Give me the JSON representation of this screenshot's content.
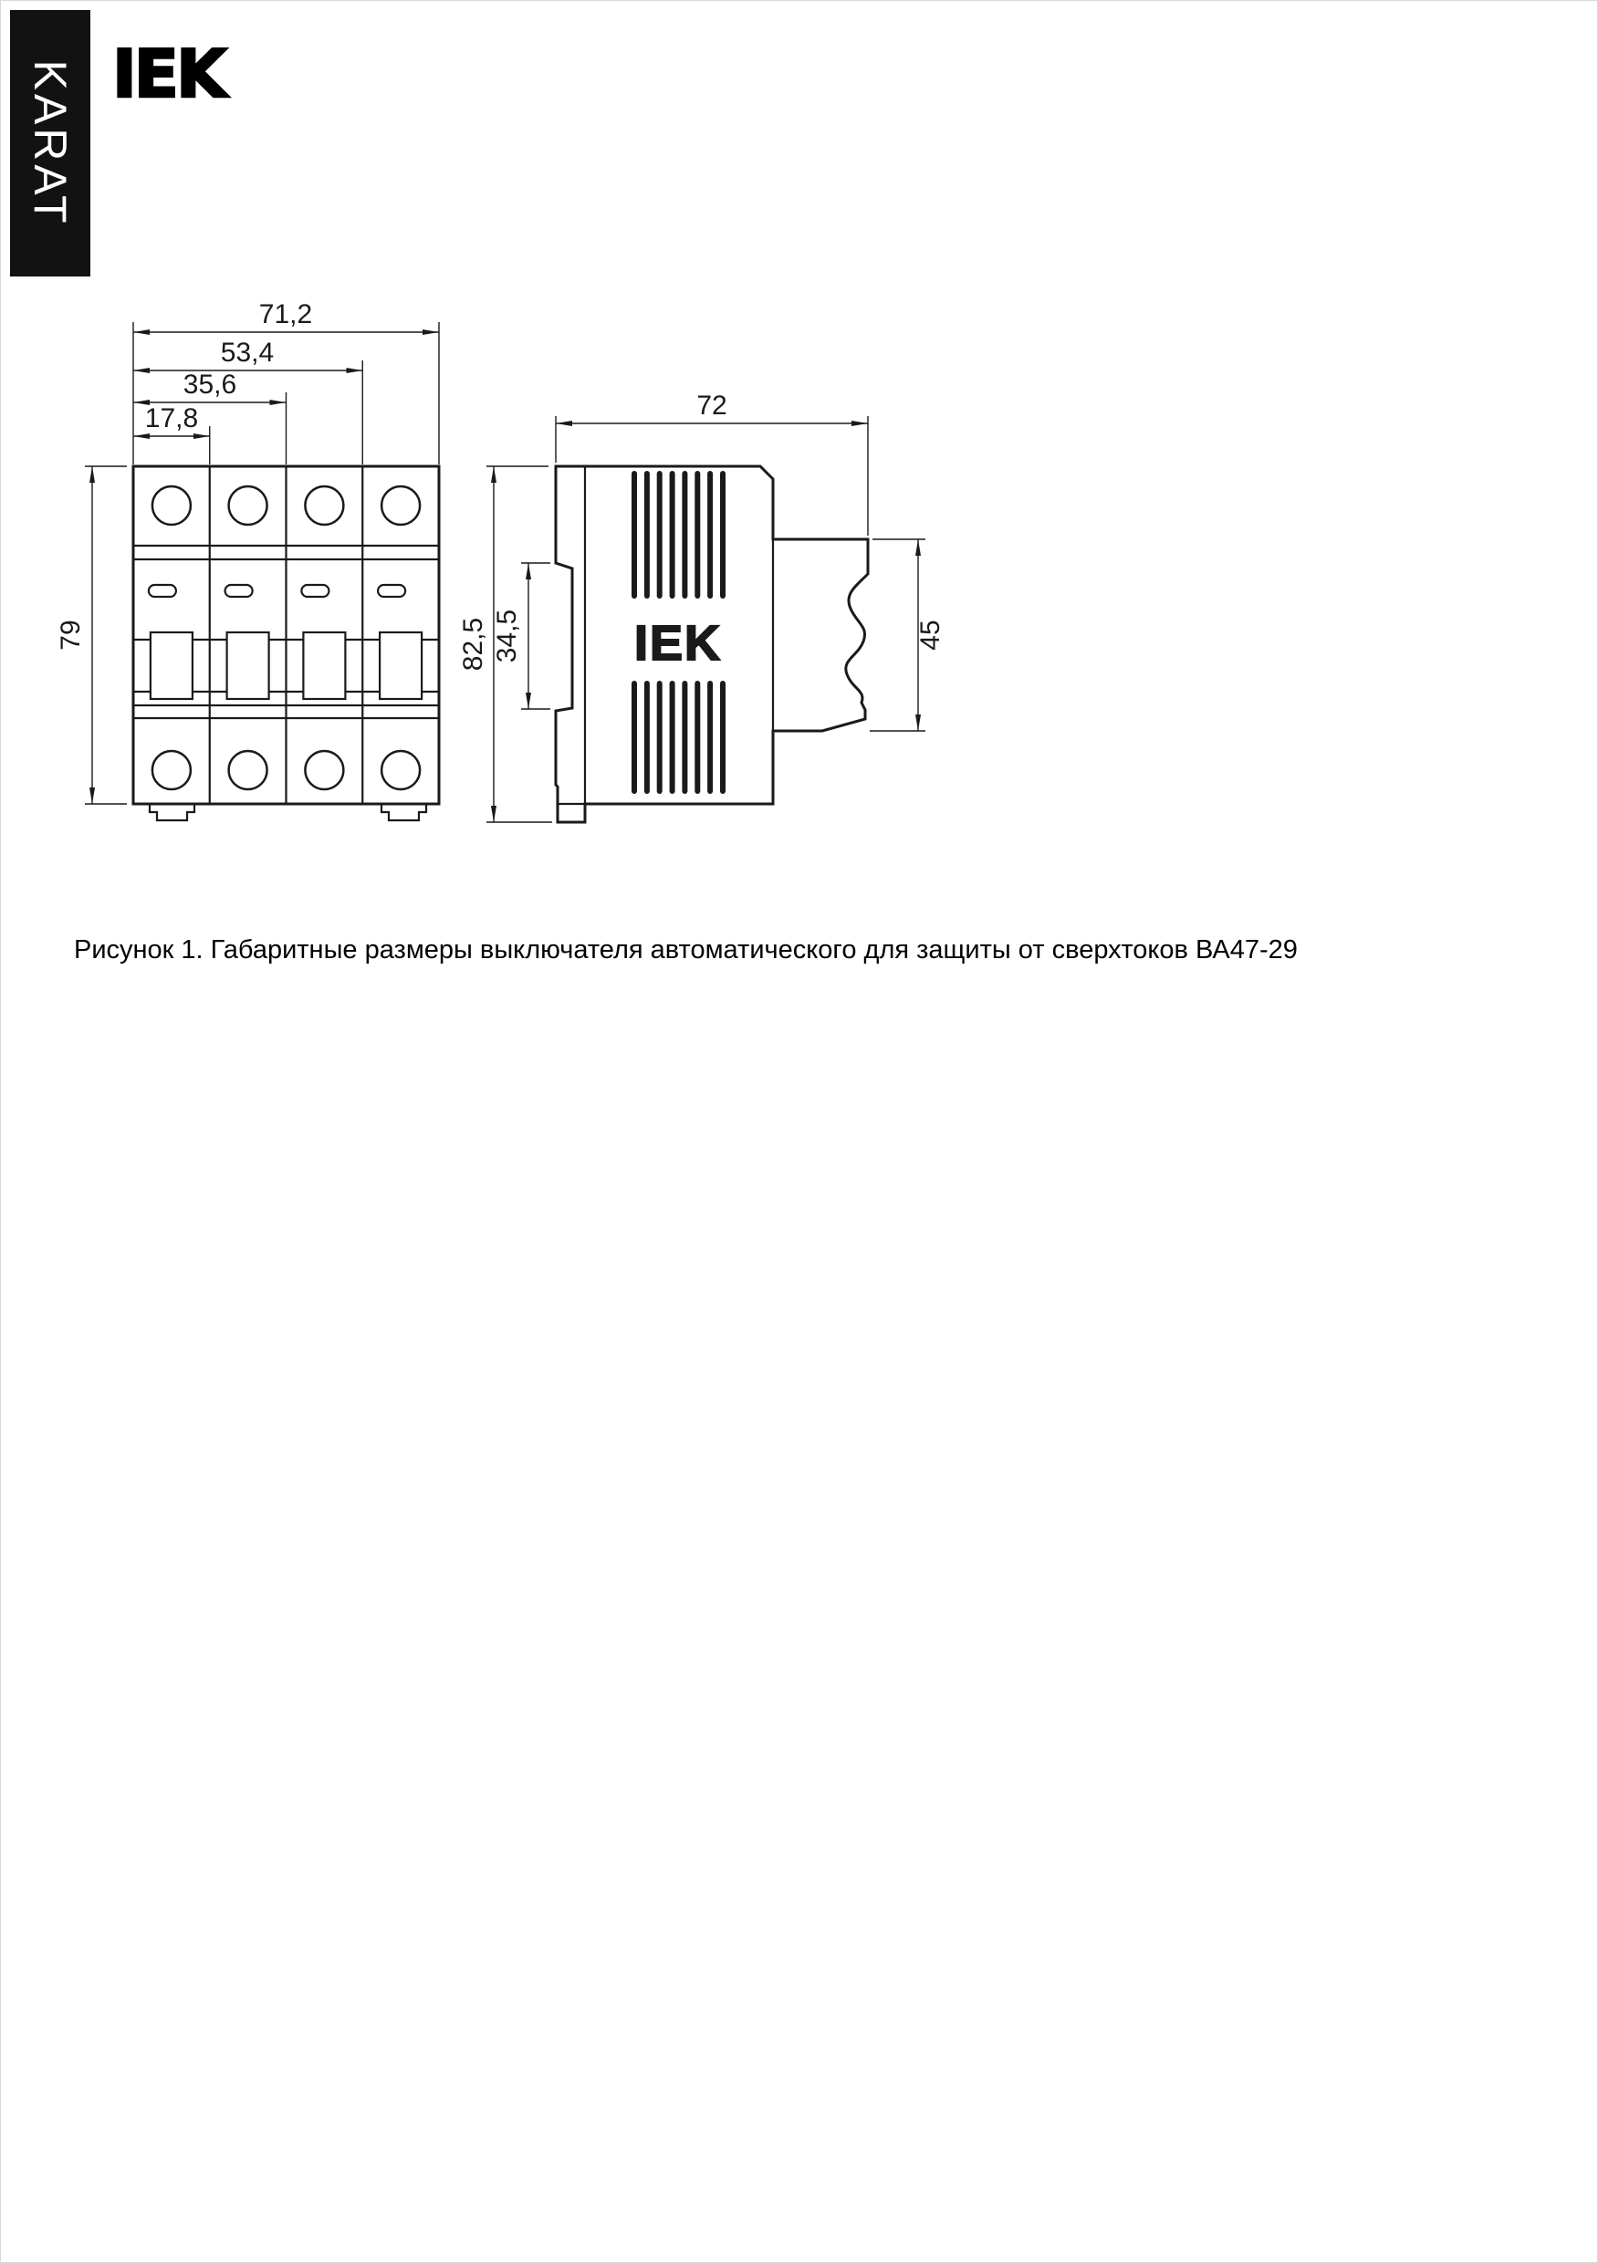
{
  "brand": {
    "series_vertical": "KARAT",
    "logo_text": "IEK"
  },
  "front_view": {
    "dims": {
      "width_total": "71,2",
      "width_three_modules": "53,4",
      "width_two_modules": "35,6",
      "width_one_module": "17,8",
      "height_body": "79"
    }
  },
  "side_view": {
    "logo_text": "IEK",
    "dims": {
      "depth_total": "72",
      "height_total": "82,5",
      "height_din_slot": "34,5",
      "height_front": "45"
    }
  },
  "caption": "Рисунок 1. Габаритные размеры выключателя автоматического для защиты от сверхтоков ВА47-29"
}
